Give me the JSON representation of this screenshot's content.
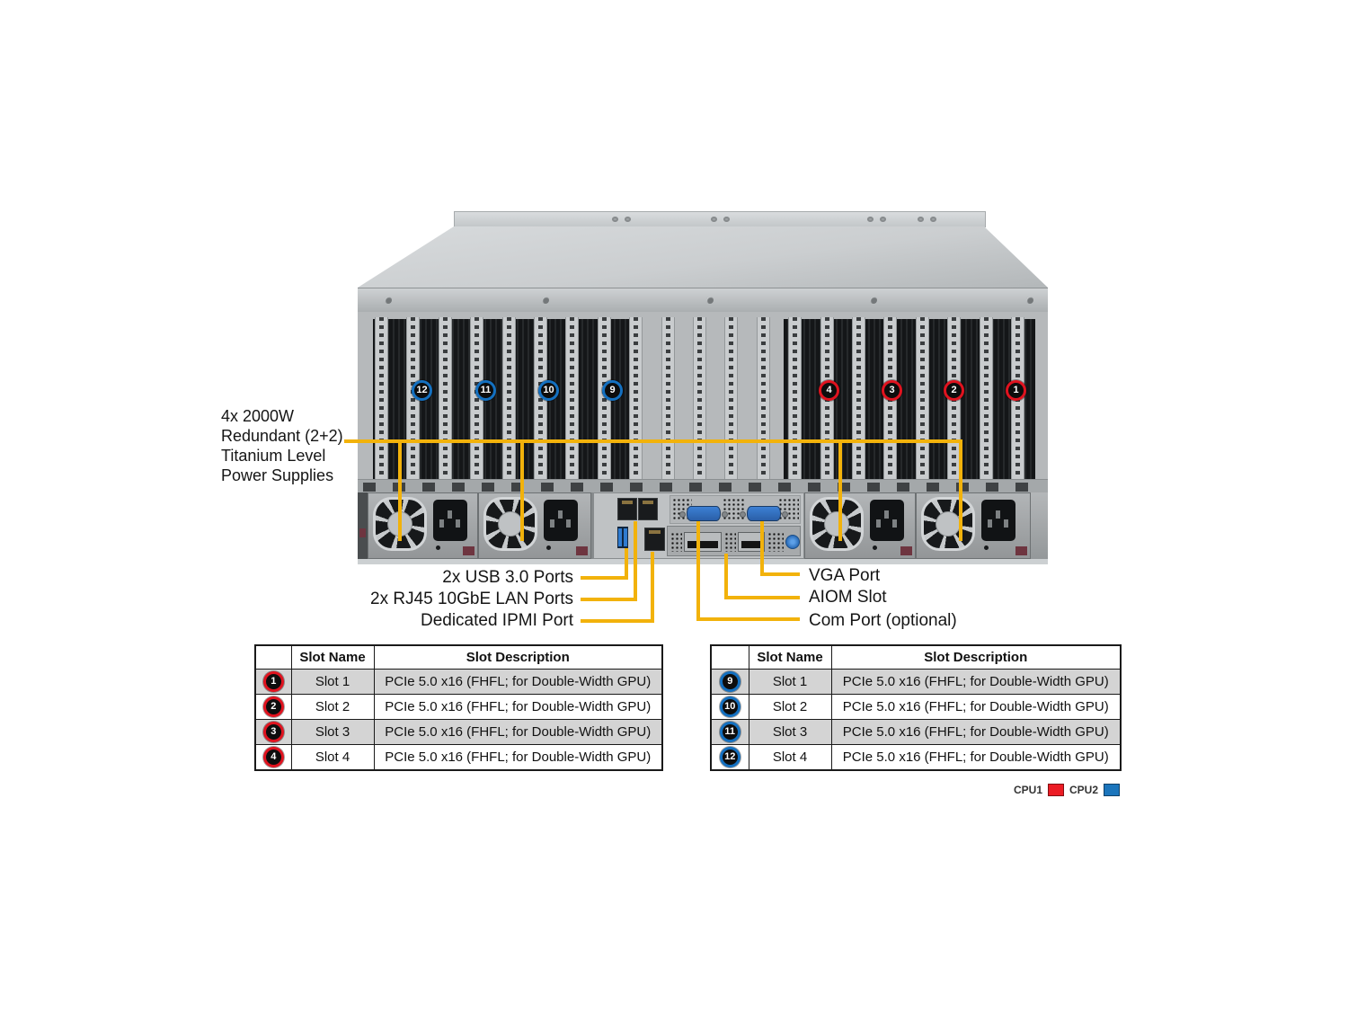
{
  "diagram": {
    "psu_callout": {
      "lines": [
        "4x 2000W",
        "Redundant (2+2)",
        "Titanium Level",
        "Power Supplies"
      ]
    },
    "left_port_labels": {
      "usb": "2x USB 3.0 Ports",
      "lan": "2x RJ45 10GbE LAN Ports",
      "ipmi": "Dedicated IPMI Port"
    },
    "right_port_labels": {
      "vga": "VGA Port",
      "aiom": "AIOM Slot",
      "com": "Com Port (optional)"
    },
    "chassis_badges": [
      {
        "num": "12",
        "color": "blue"
      },
      {
        "num": "11",
        "color": "blue"
      },
      {
        "num": "10",
        "color": "blue"
      },
      {
        "num": "9",
        "color": "blue"
      },
      {
        "num": "4",
        "color": "red"
      },
      {
        "num": "3",
        "color": "red"
      },
      {
        "num": "2",
        "color": "red"
      },
      {
        "num": "1",
        "color": "red"
      }
    ]
  },
  "tables": {
    "headers": {
      "badge": "",
      "name": "Slot Name",
      "desc": "Slot Description"
    },
    "left": {
      "rows": [
        {
          "badge": "1",
          "name": "Slot 1",
          "desc": "PCIe 5.0 x16 (FHFL; for Double-Width GPU)"
        },
        {
          "badge": "2",
          "name": "Slot 2",
          "desc": "PCIe 5.0 x16 (FHFL; for Double-Width GPU)"
        },
        {
          "badge": "3",
          "name": "Slot 3",
          "desc": "PCIe 5.0 x16 (FHFL; for Double-Width GPU)"
        },
        {
          "badge": "4",
          "name": "Slot 4",
          "desc": "PCIe 5.0 x16 (FHFL; for Double-Width GPU)"
        }
      ]
    },
    "right": {
      "rows": [
        {
          "badge": "9",
          "name": "Slot 1",
          "desc": "PCIe 5.0 x16 (FHFL; for Double-Width GPU)"
        },
        {
          "badge": "10",
          "name": "Slot 2",
          "desc": "PCIe 5.0 x16 (FHFL; for Double-Width GPU)"
        },
        {
          "badge": "11",
          "name": "Slot 3",
          "desc": "PCIe 5.0 x16 (FHFL; for Double-Width GPU)"
        },
        {
          "badge": "12",
          "name": "Slot 4",
          "desc": "PCIe 5.0 x16 (FHFL; for Double-Width GPU)"
        }
      ]
    }
  },
  "legend": {
    "cpu1": "CPU1",
    "cpu2": "CPU2",
    "cpu1_color": "#EC1C24",
    "cpu2_color": "#1B75BC"
  },
  "colors": {
    "callout_yellow": "#F2B20B",
    "badge_red": "#E0131F",
    "badge_blue": "#1470C0"
  }
}
